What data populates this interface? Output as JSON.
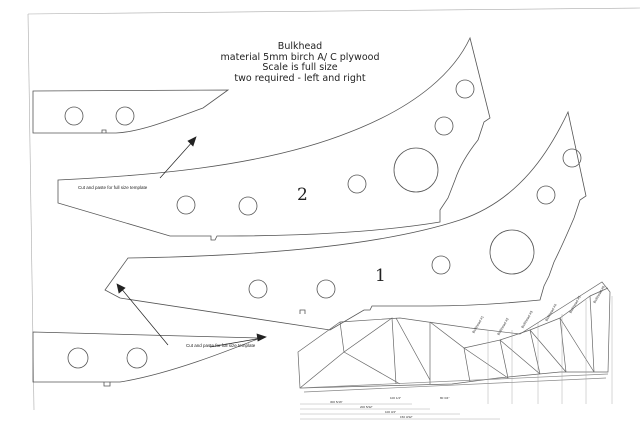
{
  "title_block": {
    "line1": "Bulkhead",
    "line2": "material 5mm birch A/ C plywood",
    "line3": "Scale  is full size",
    "line4": "two required - left and right"
  },
  "part_labels": {
    "upper": "2",
    "lower": "1"
  },
  "cut_notes": {
    "upper": "Cut and paste for full size template",
    "lower": "Cut and paste for full size template"
  },
  "station_labels": [
    "Bulkhead #1",
    "Bulkhead #2",
    "Bulkhead #3",
    "Bulkhead #4",
    "Bulkhead #5",
    "Bulkhead #6"
  ],
  "dimension_labels": [
    "300 5/16\"",
    "200 5/32\"",
    "100 3/4\"",
    "150 3/32\"",
    "100 1/4\"",
    "80 3/4\""
  ],
  "colors": {
    "line": "#555555",
    "ink": "#222222",
    "paper": "#ffffff"
  }
}
